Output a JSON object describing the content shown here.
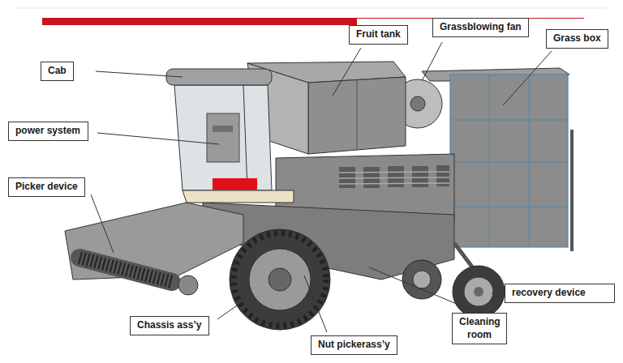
{
  "diagram": {
    "nodes": [
      {
        "text": [
          "Fruit tank"
        ]
      },
      {
        "text": [
          "Grassblowing fan"
        ]
      },
      {
        "text": [
          "Grass box"
        ]
      },
      {
        "text": [
          "Cab"
        ]
      },
      {
        "text": [
          "power system"
        ]
      },
      {
        "text": [
          "Picker device"
        ]
      },
      {
        "text": [
          "recovery device"
        ]
      },
      {
        "text": [
          "Cleaning room"
        ]
      },
      {
        "text": [
          "Chassis ass’y"
        ]
      },
      {
        "text": [
          "Nut pickerass’y"
        ]
      }
    ]
  }
}
